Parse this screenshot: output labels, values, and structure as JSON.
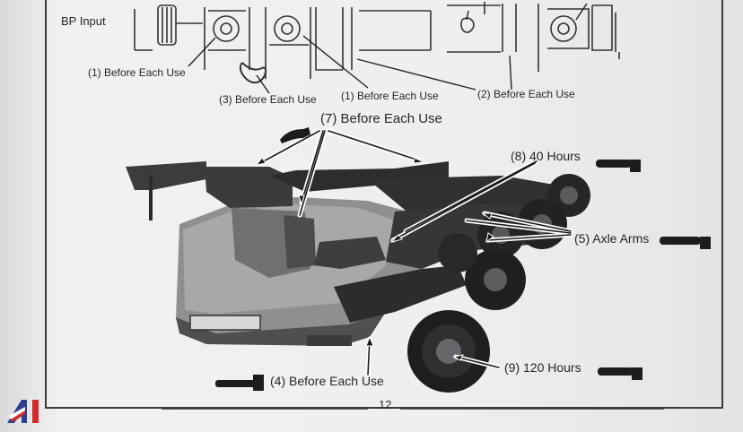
{
  "labels": {
    "bp_input": "BP Input",
    "l1a": "(1) Before Each Use",
    "l3": "(3) Before Each Use",
    "l1b": "(1) Before Each Use",
    "l2": "(2) Before Each Use",
    "l7": "(7) Before Each Use",
    "l8": "(8) 40 Hours",
    "l5": "(5) Axle Arms",
    "l9": "(9) 120 Hours",
    "l4": "(4) Before Each Use"
  },
  "page_number": "12",
  "colors": {
    "paper": "#eeefef",
    "ink": "#2a2a2a",
    "logo_red": "#d42a2a",
    "logo_blue": "#2c3f8f"
  },
  "icons": [
    "grease-gun-icon",
    "auction-logo-icon"
  ]
}
